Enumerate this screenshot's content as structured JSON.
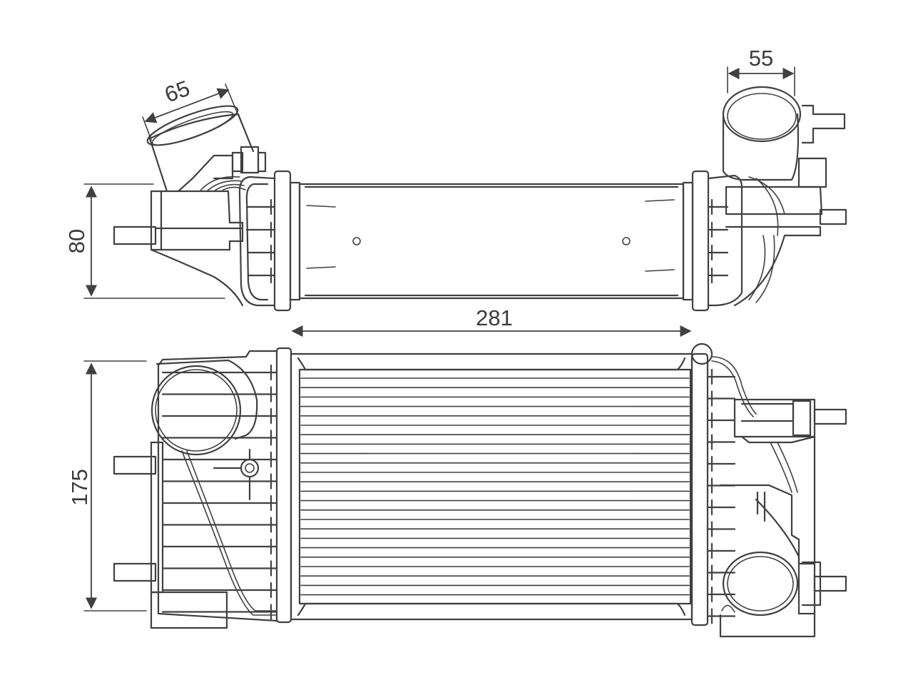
{
  "dimensions": {
    "outlet_diameter": "65",
    "inlet_diameter": "55",
    "depth": "80",
    "core_width": "281",
    "height": "175"
  },
  "colors": {
    "line": "#404040",
    "background": "#ffffff"
  }
}
